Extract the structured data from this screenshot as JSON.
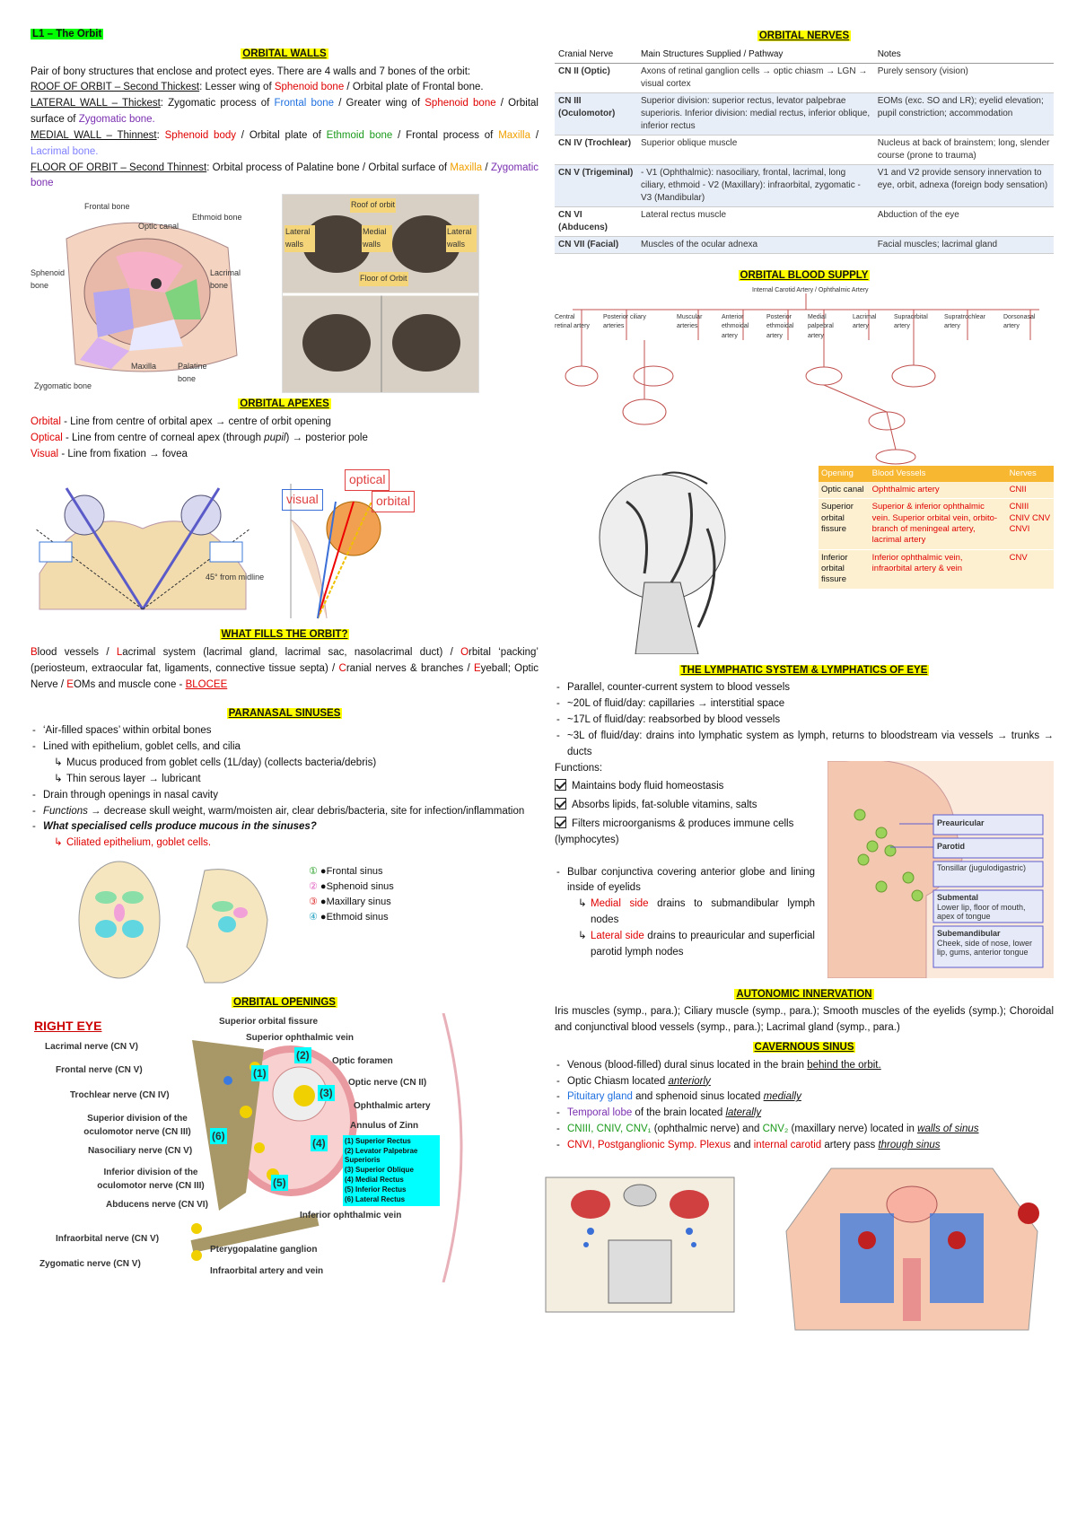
{
  "header": {
    "title": "L1 – The Orbit"
  },
  "walls": {
    "heading": "ORBITAL WALLS",
    "intro": "Pair of bony structures that enclose and protect eyes. There are 4 walls and 7 bones of the orbit:",
    "roof_label": "ROOF OF ORBIT – Second Thickest",
    "roof_a": ": Lesser wing of ",
    "roof_b": "Sphenoid bone",
    "roof_c": " / Orbital plate of Frontal bone.",
    "lateral_label": "LATERAL WALL – Thickest",
    "lateral_a": ": Zygomatic process of ",
    "lateral_b": "Frontal bone",
    "lateral_c": " / Greater wing of ",
    "lateral_d": "Sphenoid bone",
    "lateral_e": " / Orbital surface of ",
    "lateral_f": "Zygomatic bone.",
    "medial_label": "MEDIAL WALL – Thinnest",
    "medial_a": ": ",
    "medial_b": "Sphenoid body",
    "medial_c": " / Orbital plate of ",
    "medial_d": "Ethmoid bone",
    "medial_e": " / Frontal process of ",
    "medial_f": "Maxilla",
    "medial_g": " / ",
    "medial_h": "Lacrimal bone.",
    "floor_label": "FLOOR OF ORBIT – Second Thinnest",
    "floor_a": ": Orbital process of Palatine bone / Orbital surface of ",
    "floor_b": "Maxilla",
    "floor_c": " / ",
    "floor_d": "Zygomatic bone",
    "fig_labels": [
      "Frontal bone",
      "Optic canal",
      "Ethmoid bone",
      "Sphenoid bone",
      "Lacrimal bone",
      "Maxilla",
      "Palatine bone",
      "Zygomatic bone"
    ],
    "skull_labels": [
      "Roof of orbit",
      "Medial walls",
      "Lateral walls",
      "Lateral walls",
      "Floor of Orbit"
    ]
  },
  "apexes": {
    "heading": "ORBITAL APEXES",
    "orbital_term": "Orbital",
    "orbital_text": " - Line from centre of orbital apex → centre of orbit opening",
    "optical_term": "Optical",
    "optical_text_a": " - Line from centre of corneal apex (through ",
    "optical_pupil": "pupil",
    "optical_text_b": ") → posterior pole",
    "visual_term": "Visual",
    "visual_text": " - Line from fixation → fovea",
    "fig_labels": [
      "optical",
      "visual",
      "orbital",
      "45° from midline"
    ]
  },
  "fills": {
    "heading": "WHAT FILLS THE ORBIT?",
    "text_a": "lood vessels / ",
    "text_b": "acrimal system (lacrimal gland, lacrimal sac, nasolacrimal duct) / ",
    "text_c": "rbital ‘packing’ (periosteum, extraocular fat, ligaments, connective tissue septa) / ",
    "text_d": "ranial nerves & branches / ",
    "text_e": "yeball; Optic Nerve / ",
    "text_f": "OMs and muscle cone - ",
    "mnemonic": "BLOCEE",
    "letters": [
      "B",
      "L",
      "O",
      "C",
      "E",
      "E"
    ]
  },
  "sinuses": {
    "heading": "PARANASAL SINUSES",
    "items": [
      "‘Air-filled spaces’ within orbital bones",
      "Lined with epithelium, goblet cells, and cilia",
      "Drain through openings in nasal cavity"
    ],
    "sub1": "Mucus produced from goblet cells (1L/day) (collects bacteria/debris)",
    "sub2": "Thin serous layer → lubricant",
    "functions_term": "Functions",
    "functions_text": " → decrease skull weight, warm/moisten air, clear debris/bacteria, site for infection/inflammation",
    "question": "What specialised cells produce mucous in the sinuses?",
    "answer": "Ciliated epithelium, goblet cells.",
    "legend": [
      "Frontal sinus",
      "Sphenoid sinus",
      "Maxillary sinus",
      "Ethmoid sinus"
    ]
  },
  "openings": {
    "heading": "ORBITAL OPENINGS",
    "title": "RIGHT EYE",
    "labels_left": [
      "Lacrimal nerve (CN V)",
      "Frontal nerve (CN V)",
      "Trochlear nerve (CN IV)",
      "Superior division of the oculomotor nerve (CN III)",
      "Nasociliary nerve (CN V)",
      "Inferior division of the oculomotor nerve (CN III)",
      "Abducens nerve (CN VI)",
      "Infraorbital nerve (CN V)",
      "Zygomatic nerve (CN V)"
    ],
    "labels_right": [
      "Superior orbital fissure",
      "Superior ophthalmic vein",
      "Optic foramen",
      "Optic nerve (CN II)",
      "Ophthalmic artery",
      "Annulus of Zinn",
      "Inferior ophthalmic vein",
      "Pterygopalatine ganglion",
      "Infraorbital artery and vein"
    ],
    "numbers": [
      "(1)",
      "(2)",
      "(3)",
      "(4)",
      "(5)",
      "(6)"
    ],
    "key": [
      "(1)  Superior Rectus",
      "(2)  Levator Palpebrae Superioris",
      "(3)  Superior Oblique",
      "(4)  Medial Rectus",
      "(5)  Inferior Rectus",
      "(6)  Lateral Rectus"
    ]
  },
  "nerves": {
    "heading": "ORBITAL NERVES",
    "columns": [
      "Cranial Nerve",
      "Main Structures Supplied / Pathway",
      "Notes"
    ],
    "rows": [
      [
        "CN II (Optic)",
        "Axons of retinal ganglion cells → optic chiasm → LGN → visual cortex",
        "Purely sensory (vision)"
      ],
      [
        "CN III (Oculomotor)",
        "Superior division: superior rectus, levator palpebrae superioris. Inferior division: medial rectus, inferior oblique, inferior rectus",
        "EOMs (exc. SO and LR); eyelid elevation; pupil constriction; accommodation"
      ],
      [
        "CN IV (Trochlear)",
        "Superior oblique muscle",
        "Nucleus at back of brainstem; long, slender course (prone to trauma)"
      ],
      [
        "CN V (Trigeminal)",
        "- V1 (Ophthalmic): nasociliary, frontal, lacrimal, long ciliary, ethmoid - V2 (Maxillary): infraorbital, zygomatic - V3 (Mandibular)",
        "V1 and V2 provide sensory innervation to eye, orbit, adnexa (foreign body sensation)"
      ],
      [
        "CN VI (Abducens)",
        "Lateral rectus muscle",
        "Abduction of the eye"
      ],
      [
        "CN VII (Facial)",
        "Muscles of the ocular adnexa",
        "Facial muscles; lacrimal gland"
      ]
    ]
  },
  "blood": {
    "heading": "ORBITAL BLOOD SUPPLY",
    "tree_top": "Internal Carotid Artery / Ophthalmic Artery",
    "tree_nodes": [
      "Central retinal artery",
      "Posterior ciliary arteries",
      "Muscular arteries",
      "Anterior ethmoidal artery",
      "Posterior ethmoidal artery",
      "Medial palpebral artery",
      "Lacrimal artery",
      "Supraorbital artery",
      "Supratrochlear artery",
      "Dorsonasal artery"
    ],
    "table_cols": [
      "Opening",
      "Blood Vessels",
      "Nerves"
    ],
    "table_rows": [
      [
        "Optic canal",
        "Ophthalmic artery",
        "CNII"
      ],
      [
        "Superior orbital fissure",
        "Superior & inferior ophthalmic vein. Superior orbital vein, orbito-branch of meningeal artery, lacrimal artery",
        "CNIII CNIV CNV CNVI"
      ],
      [
        "Inferior orbital fissure",
        "Inferior ophthalmic vein, infraorbital artery & vein",
        "CNV"
      ]
    ]
  },
  "lymph": {
    "heading": "THE LYMPHATIC SYSTEM & LYMPHATICS OF EYE",
    "items": [
      "Parallel, counter-current system to blood vessels",
      "~20L of fluid/day: capillaries → interstitial space",
      "~17L of fluid/day: reabsorbed by blood vessels",
      "~3L of fluid/day: drains into lymphatic system as lymph, returns to bloodstream via vessels → trunks → ducts"
    ],
    "functions_label": "Functions:",
    "functions": [
      "Maintains body fluid homeostasis",
      "Absorbs lipids, fat-soluble vitamins, salts",
      "Filters microorganisms & produces immune cells (lymphocytes)"
    ],
    "bulbar": "Bulbar conjunctiva covering anterior globe and lining inside of eyelids",
    "medial_term": "Medial side",
    "medial_text": " drains to submandibular lymph nodes",
    "lateral_term": "Lateral side",
    "lateral_text": " drains to preauricular and superficial parotid lymph nodes",
    "fig_labels": [
      "Preauricular",
      "Parotid",
      "Tonsillar (jugulodigastric)",
      "Submental",
      "Lower lip, floor of mouth, apex of tongue",
      "Subemandibular",
      "Cheek, side of nose, lower lip, gums, anterior tongue"
    ]
  },
  "autonomic": {
    "heading": "AUTONOMIC INNERVATION",
    "text": "Iris muscles (symp., para.); Ciliary muscle (symp., para.); Smooth muscles of the eyelids (symp.); Choroidal and conjunctival blood vessels (symp., para.); Lacrimal gland (symp., para.)"
  },
  "cavernous": {
    "heading": "CAVERNOUS SINUS",
    "l1a": "Venous (blood-filled) dural sinus located in the brain ",
    "l1b": "behind the orbit.",
    "l2a": "Optic Chiasm located ",
    "l2b": "anteriorly",
    "l3a": "Pituitary gland",
    "l3b": " and sphenoid sinus located ",
    "l3c": "medially",
    "l4a": "Temporal lobe",
    "l4b": " of the brain located ",
    "l4c": "laterally",
    "l5a": "CNIII, CNIV, CNV₁",
    "l5b": " (ophthalmic nerve) and ",
    "l5c": "CNV₂",
    "l5d": " (maxillary nerve) located in ",
    "l5e": "walls of sinus",
    "l6a": "CNVI, Postganglionic Symp. Plexus",
    "l6b": " and ",
    "l6c": "internal carotid",
    "l6d": " artery pass ",
    "l6e": "through sinus"
  },
  "colors": {
    "section_highlight": "#ffff00",
    "title_highlight": "#00ff00",
    "red": "#e00000",
    "blue": "#1e6fe0",
    "green": "#1a9a1a",
    "orange": "#f0a000",
    "purple": "#7a2fb0"
  }
}
